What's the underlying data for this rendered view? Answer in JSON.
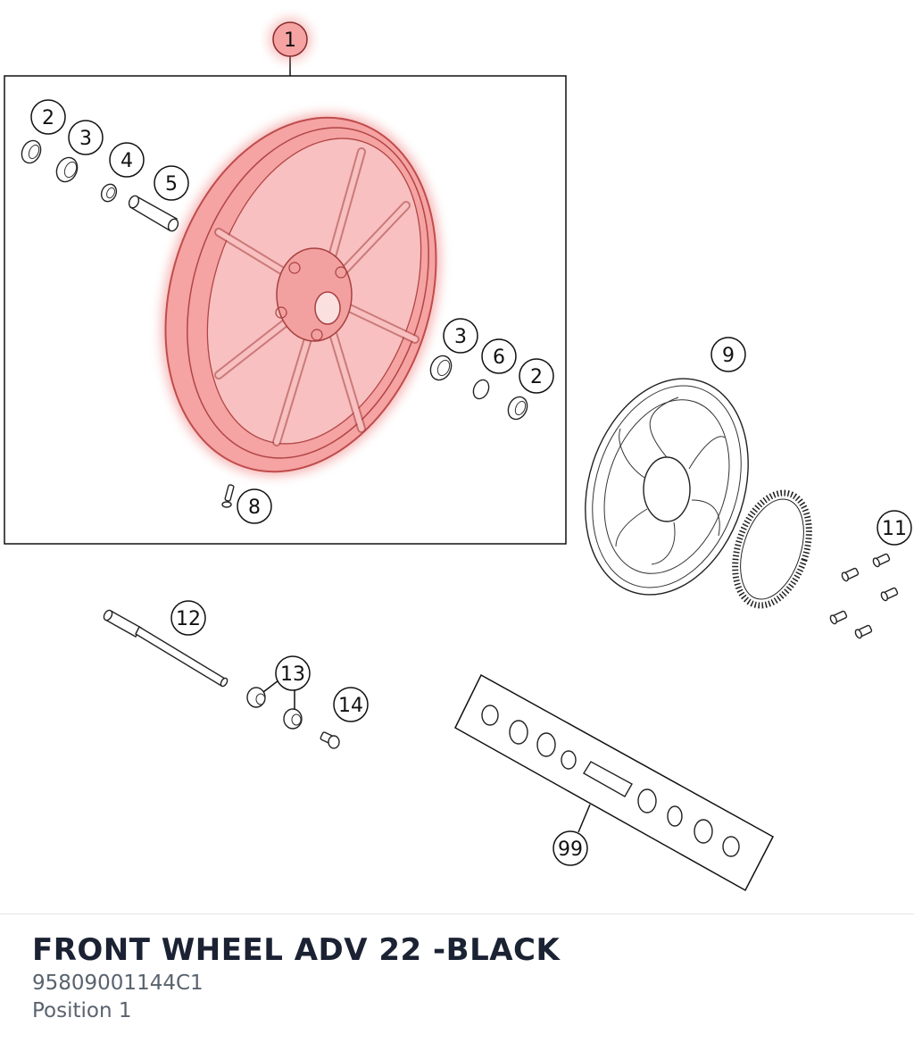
{
  "diagram": {
    "highlight_color": "#f07a7a",
    "callouts": [
      "1",
      "2",
      "3",
      "4",
      "5",
      "3",
      "6",
      "2",
      "8",
      "9",
      "11",
      "12",
      "13",
      "14",
      "99"
    ]
  },
  "info": {
    "title": "FRONT WHEEL ADV 22 -BLACK",
    "part_number": "95809001144C1",
    "position": "Position 1"
  }
}
